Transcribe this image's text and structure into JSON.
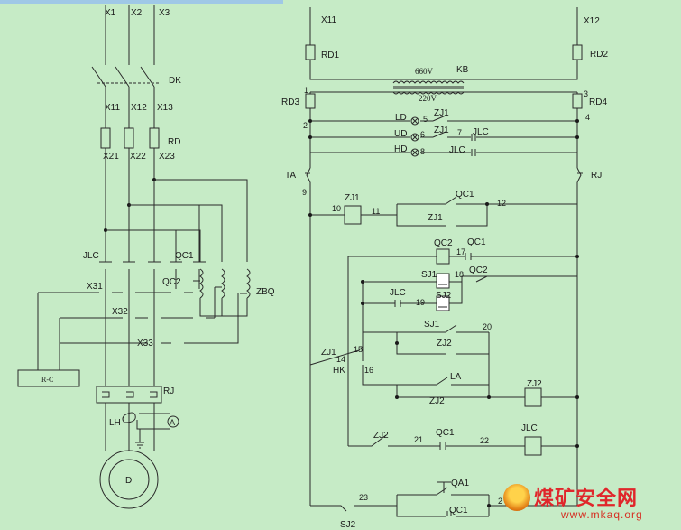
{
  "labels": {
    "x1": "X1",
    "x2": "X2",
    "x3": "X3",
    "dk": "DK",
    "x11a": "X11",
    "x12a": "X12",
    "x13": "X13",
    "rd": "RD",
    "x21": "X21",
    "x22": "X22",
    "x23": "X23",
    "jlc_main": "JLC",
    "qc1_main": "QC1",
    "qc2_main": "QC2",
    "zbq": "ZBQ",
    "x31": "X31",
    "x32": "X32",
    "x33": "X33",
    "rc": "R-C",
    "rj_main": "RJ",
    "lh": "LH",
    "ammeter": "A",
    "motor": "D",
    "x11b": "X11",
    "x12b": "X12",
    "rd1": "RD1",
    "rd2": "RD2",
    "kb": "KB",
    "v660": "660V",
    "v220": "220V",
    "rd3": "RD3",
    "rd4": "RD4",
    "n1": "1",
    "n2": "2",
    "n3": "3",
    "n4": "4",
    "ld": "LD",
    "n5": "5",
    "zj1_a": "ZJ1",
    "ud": "UD",
    "n6": "6",
    "zj1_b": "ZJ1",
    "n7": "7",
    "jlc_a": "JLC",
    "hd": "HD",
    "n8": "8",
    "jlc_b": "JLC",
    "ta": "TA",
    "rj_ctrl": "RJ",
    "n9": "9",
    "zj1_coil": "ZJ1",
    "n10": "10",
    "n11": "11",
    "qc1_a": "QC1",
    "n12": "12",
    "zj1_c": "ZJ1",
    "qc2_coil": "QC2",
    "n17": "17",
    "qc1_b": "QC1",
    "sj1_coil": "SJ1",
    "n18": "18",
    "qc2_b": "QC2",
    "jlc_c": "JLC",
    "n19": "19",
    "sj2_coil": "SJ2",
    "sj1_b": "SJ1",
    "n20": "20",
    "zj2_a": "ZJ2",
    "zj1_d": "ZJ1",
    "n14": "14",
    "n15": "15",
    "hk": "HK",
    "n16": "16",
    "la": "LA",
    "zj2_b": "ZJ2",
    "zj2_coil": "ZJ2",
    "zj2_c": "ZJ2",
    "n21": "21",
    "qc1_c": "QC1",
    "n22": "22",
    "jlc_coil": "JLC",
    "n23": "23",
    "sj2_b": "SJ2",
    "qa1": "QA1",
    "qc1_d": "QC1",
    "n2x": "2"
  },
  "watermark": {
    "title": "煤矿安全网",
    "url": "www.mkaq.org"
  },
  "colors": {
    "background": "#c6ebc6",
    "line": "#2a2a2a",
    "topbar": "#9fc8e6",
    "watermark": "#e0262b"
  }
}
